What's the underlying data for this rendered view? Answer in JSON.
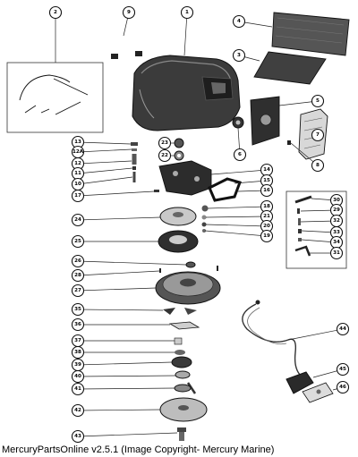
{
  "caption": "MercuryPartsOnline v2.5.1 (Image Copyright- Mercury Marine)",
  "callouts": [
    "2",
    "9",
    "1",
    "4",
    "3",
    "5",
    "6",
    "7",
    "8",
    "13",
    "12A",
    "12",
    "11",
    "10",
    "17",
    "23",
    "22",
    "14",
    "15",
    "16",
    "18",
    "21",
    "20",
    "19",
    "30",
    "29",
    "32",
    "33",
    "34",
    "31",
    "24",
    "25",
    "26",
    "28",
    "27",
    "35",
    "36",
    "37",
    "38",
    "39",
    "40",
    "41",
    "42",
    "43",
    "44",
    "45",
    "46"
  ]
}
